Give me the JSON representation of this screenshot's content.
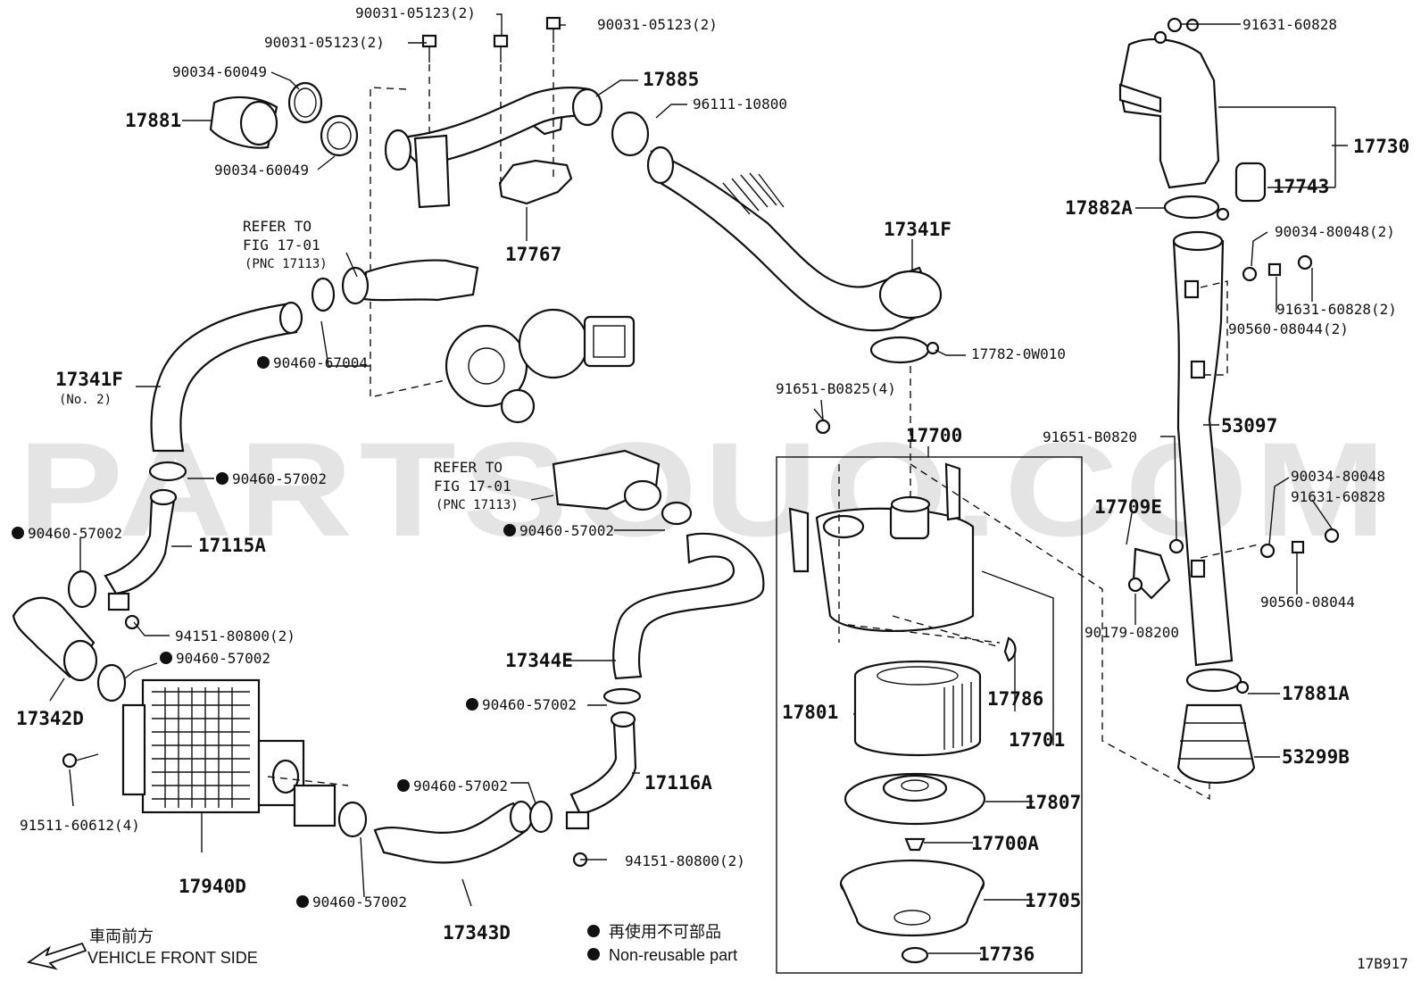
{
  "watermark": "PARTSOUQ.COM",
  "diagram_code": "17B917",
  "legend": {
    "direction_jp": "車両前方",
    "direction_en": "VEHICLE FRONT SIDE",
    "nonreusable_jp": "再使用不可部品",
    "nonreusable_en": "Non-reusable part"
  },
  "refer_1": {
    "line1": "REFER TO",
    "line2": "FIG 17-01",
    "line3": "(PNC 17113)"
  },
  "refer_2": {
    "line1": "REFER TO",
    "line2": "FIG 17-01",
    "line3": "(PNC 17113)"
  },
  "callouts": {
    "p90031_a": "90031-05123(2)",
    "p90031_b": "90031-05123(2)",
    "p90031_c": "90031-05123(2)",
    "p90034_60049_a": "90034-60049",
    "p90034_60049_b": "90034-60049",
    "p17881": "17881",
    "p17885": "17885",
    "p96111": "96111-10800",
    "p17767": "17767",
    "p17341F_top": "17341F",
    "p17341F_left": "17341F",
    "p17341F_no2": "(No. 2)",
    "p90460_67004": "90460-67004",
    "p17782": "17782-0W010",
    "p91651_4": "91651-B0825(4)",
    "p17700": "17700",
    "p90460_57002_a": "90460-57002",
    "p90460_57002_b": "90460-57002",
    "p90460_57002_c": "90460-57002",
    "p90460_57002_d": "90460-57002",
    "p90460_57002_e": "90460-57002",
    "p90460_57002_f": "90460-57002",
    "p90460_57002_g": "90460-57002",
    "p17115A": "17115A",
    "p94151_a": "94151-80800(2)",
    "p94151_b": "94151-80800(2)",
    "p17342D": "17342D",
    "p17344E": "17344E",
    "p17116A": "17116A",
    "p91511": "91511-60612(4)",
    "p17940D": "17940D",
    "p17343D": "17343D",
    "p17801": "17801",
    "p17786": "17786",
    "p17701": "17701",
    "p17807": "17807",
    "p17700A": "17700A",
    "p17705": "17705",
    "p17736": "17736",
    "p91631_top": "91631-60828",
    "p17730": "17730",
    "p17743": "17743",
    "p17882A": "17882A",
    "p90034_80048_2": "90034-80048(2)",
    "p91631_2": "91631-60828(2)",
    "p90560_2": "90560-08044(2)",
    "p53097": "53097",
    "p91651_b0820": "91651-B0820",
    "p17709E": "17709E",
    "p90034_80048": "90034-80048",
    "p91631_60828": "91631-60828",
    "p90560": "90560-08044",
    "p90179": "90179-08200",
    "p17881A": "17881A",
    "p53299B": "53299B"
  }
}
